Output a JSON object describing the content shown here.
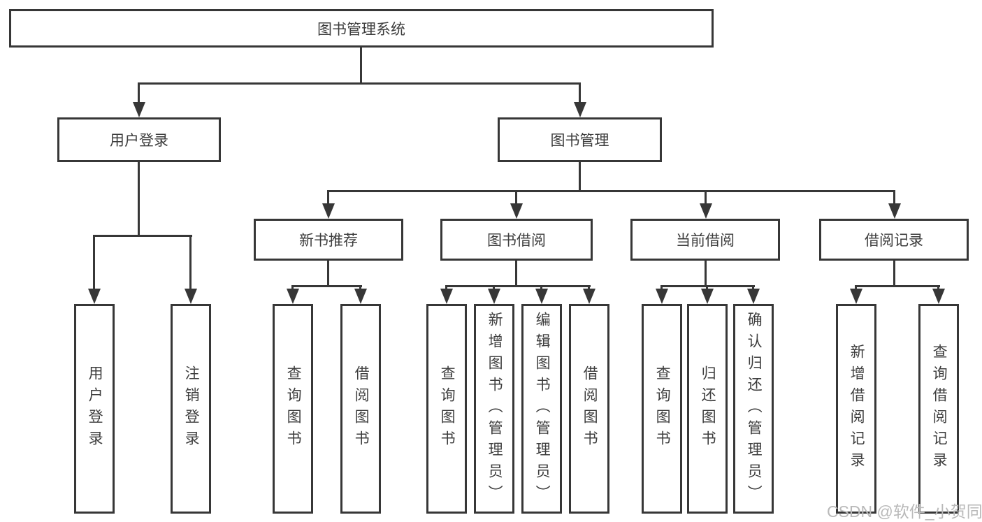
{
  "root": {
    "label": "图书管理系统"
  },
  "level2": {
    "user_login": {
      "label": "用户登录"
    },
    "book_management": {
      "label": "图书管理"
    }
  },
  "level3": {
    "new_book_rec": {
      "label": "新书推荐"
    },
    "book_borrowing": {
      "label": "图书借阅"
    },
    "current_borrowing": {
      "label": "当前借阅"
    },
    "borrowing_records": {
      "label": "借阅记录"
    }
  },
  "leaves": {
    "user_login": [
      "用户登录",
      "注销登录"
    ],
    "new_book_rec": [
      "查询图书",
      "借阅图书"
    ],
    "book_borrowing": [
      "查询图书",
      "新增图书（管理员）",
      "编辑图书（管理员）",
      "借阅图书"
    ],
    "current_borrowing": [
      "查询图书",
      "归还图书",
      "确认归还（管理员）"
    ],
    "borrowing_records": [
      "新增借阅记录",
      "查询借阅记录"
    ]
  },
  "watermark": "CSDN @软件_小贺同学",
  "colors": {
    "line": "#373737",
    "box_border": "#373737",
    "text": "#3d3d3d",
    "watermark": "#b9b9b9",
    "background": "#ffffff"
  }
}
